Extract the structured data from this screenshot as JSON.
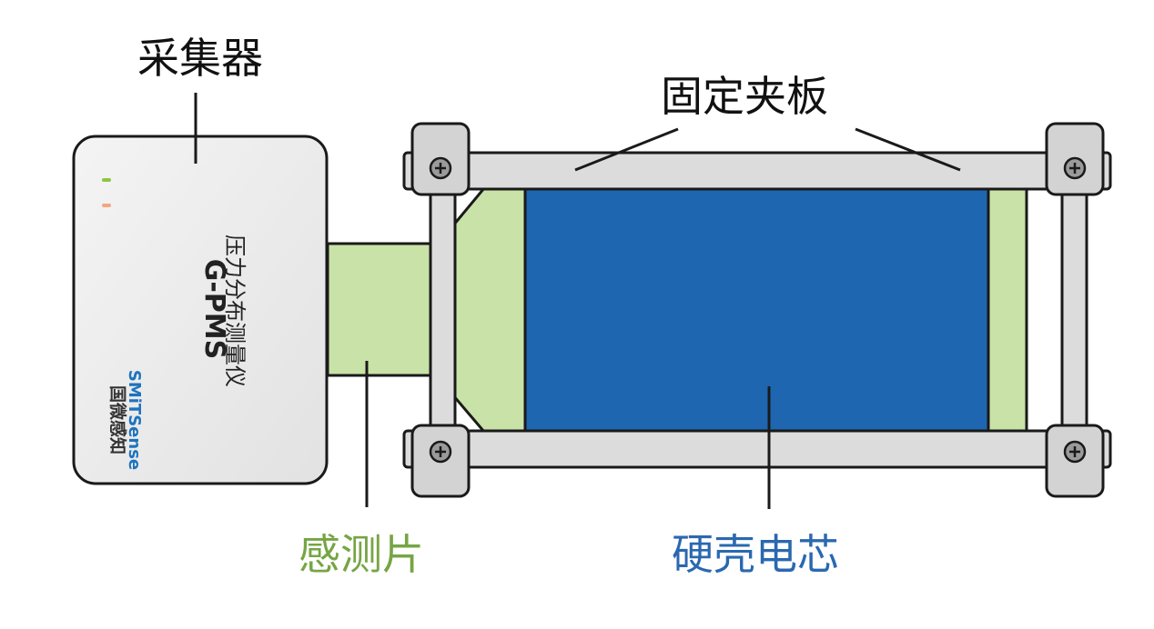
{
  "labels": {
    "collector": "采集器",
    "clamp_plate": "固定夹板",
    "sensor_sheet": "感测片",
    "hard_shell_cell": "硬壳电芯"
  },
  "device": {
    "model": "G-PMS",
    "subtitle": "压力分布测量仪",
    "logo_cn": "国微感知",
    "logo_en": "SMiTSense",
    "led_colors": [
      "#8dc63f",
      "#f4a582"
    ]
  },
  "colors": {
    "sensor_green": "#c9e2a7",
    "cell_blue": "#1f66b1",
    "plate_gray": "#dcdcdc",
    "outline": "#1a1a1a",
    "label_green": "#76a544",
    "label_blue": "#2a68b0"
  }
}
